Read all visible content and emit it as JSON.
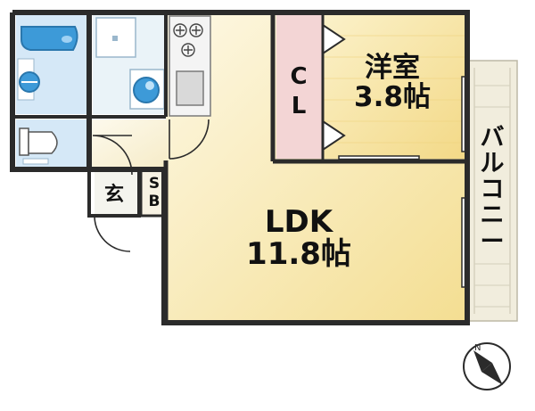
{
  "rooms": {
    "ldk": {
      "name": "LDK",
      "size": "11.8帖"
    },
    "yoshitsu": {
      "name": "洋室",
      "size": "3.8帖"
    },
    "closet": {
      "line1": "C",
      "line2": "L"
    },
    "shoe_box": {
      "line1": "S",
      "line2": "B"
    },
    "genkan": {
      "label": "玄"
    },
    "balcony": {
      "chars": [
        "バ",
        "ル",
        "コ",
        "ニ",
        "ー"
      ]
    }
  },
  "compass": {
    "label": "N"
  },
  "colors": {
    "wall": "#2b2b2b",
    "floor_light": "#fbf5da",
    "floor_warm": "#f3dc8e",
    "closet": "#f3d5d5",
    "water_room": "#d5e8f7",
    "fixture": "#3d9ad8",
    "balcony": "#f1eddd"
  }
}
